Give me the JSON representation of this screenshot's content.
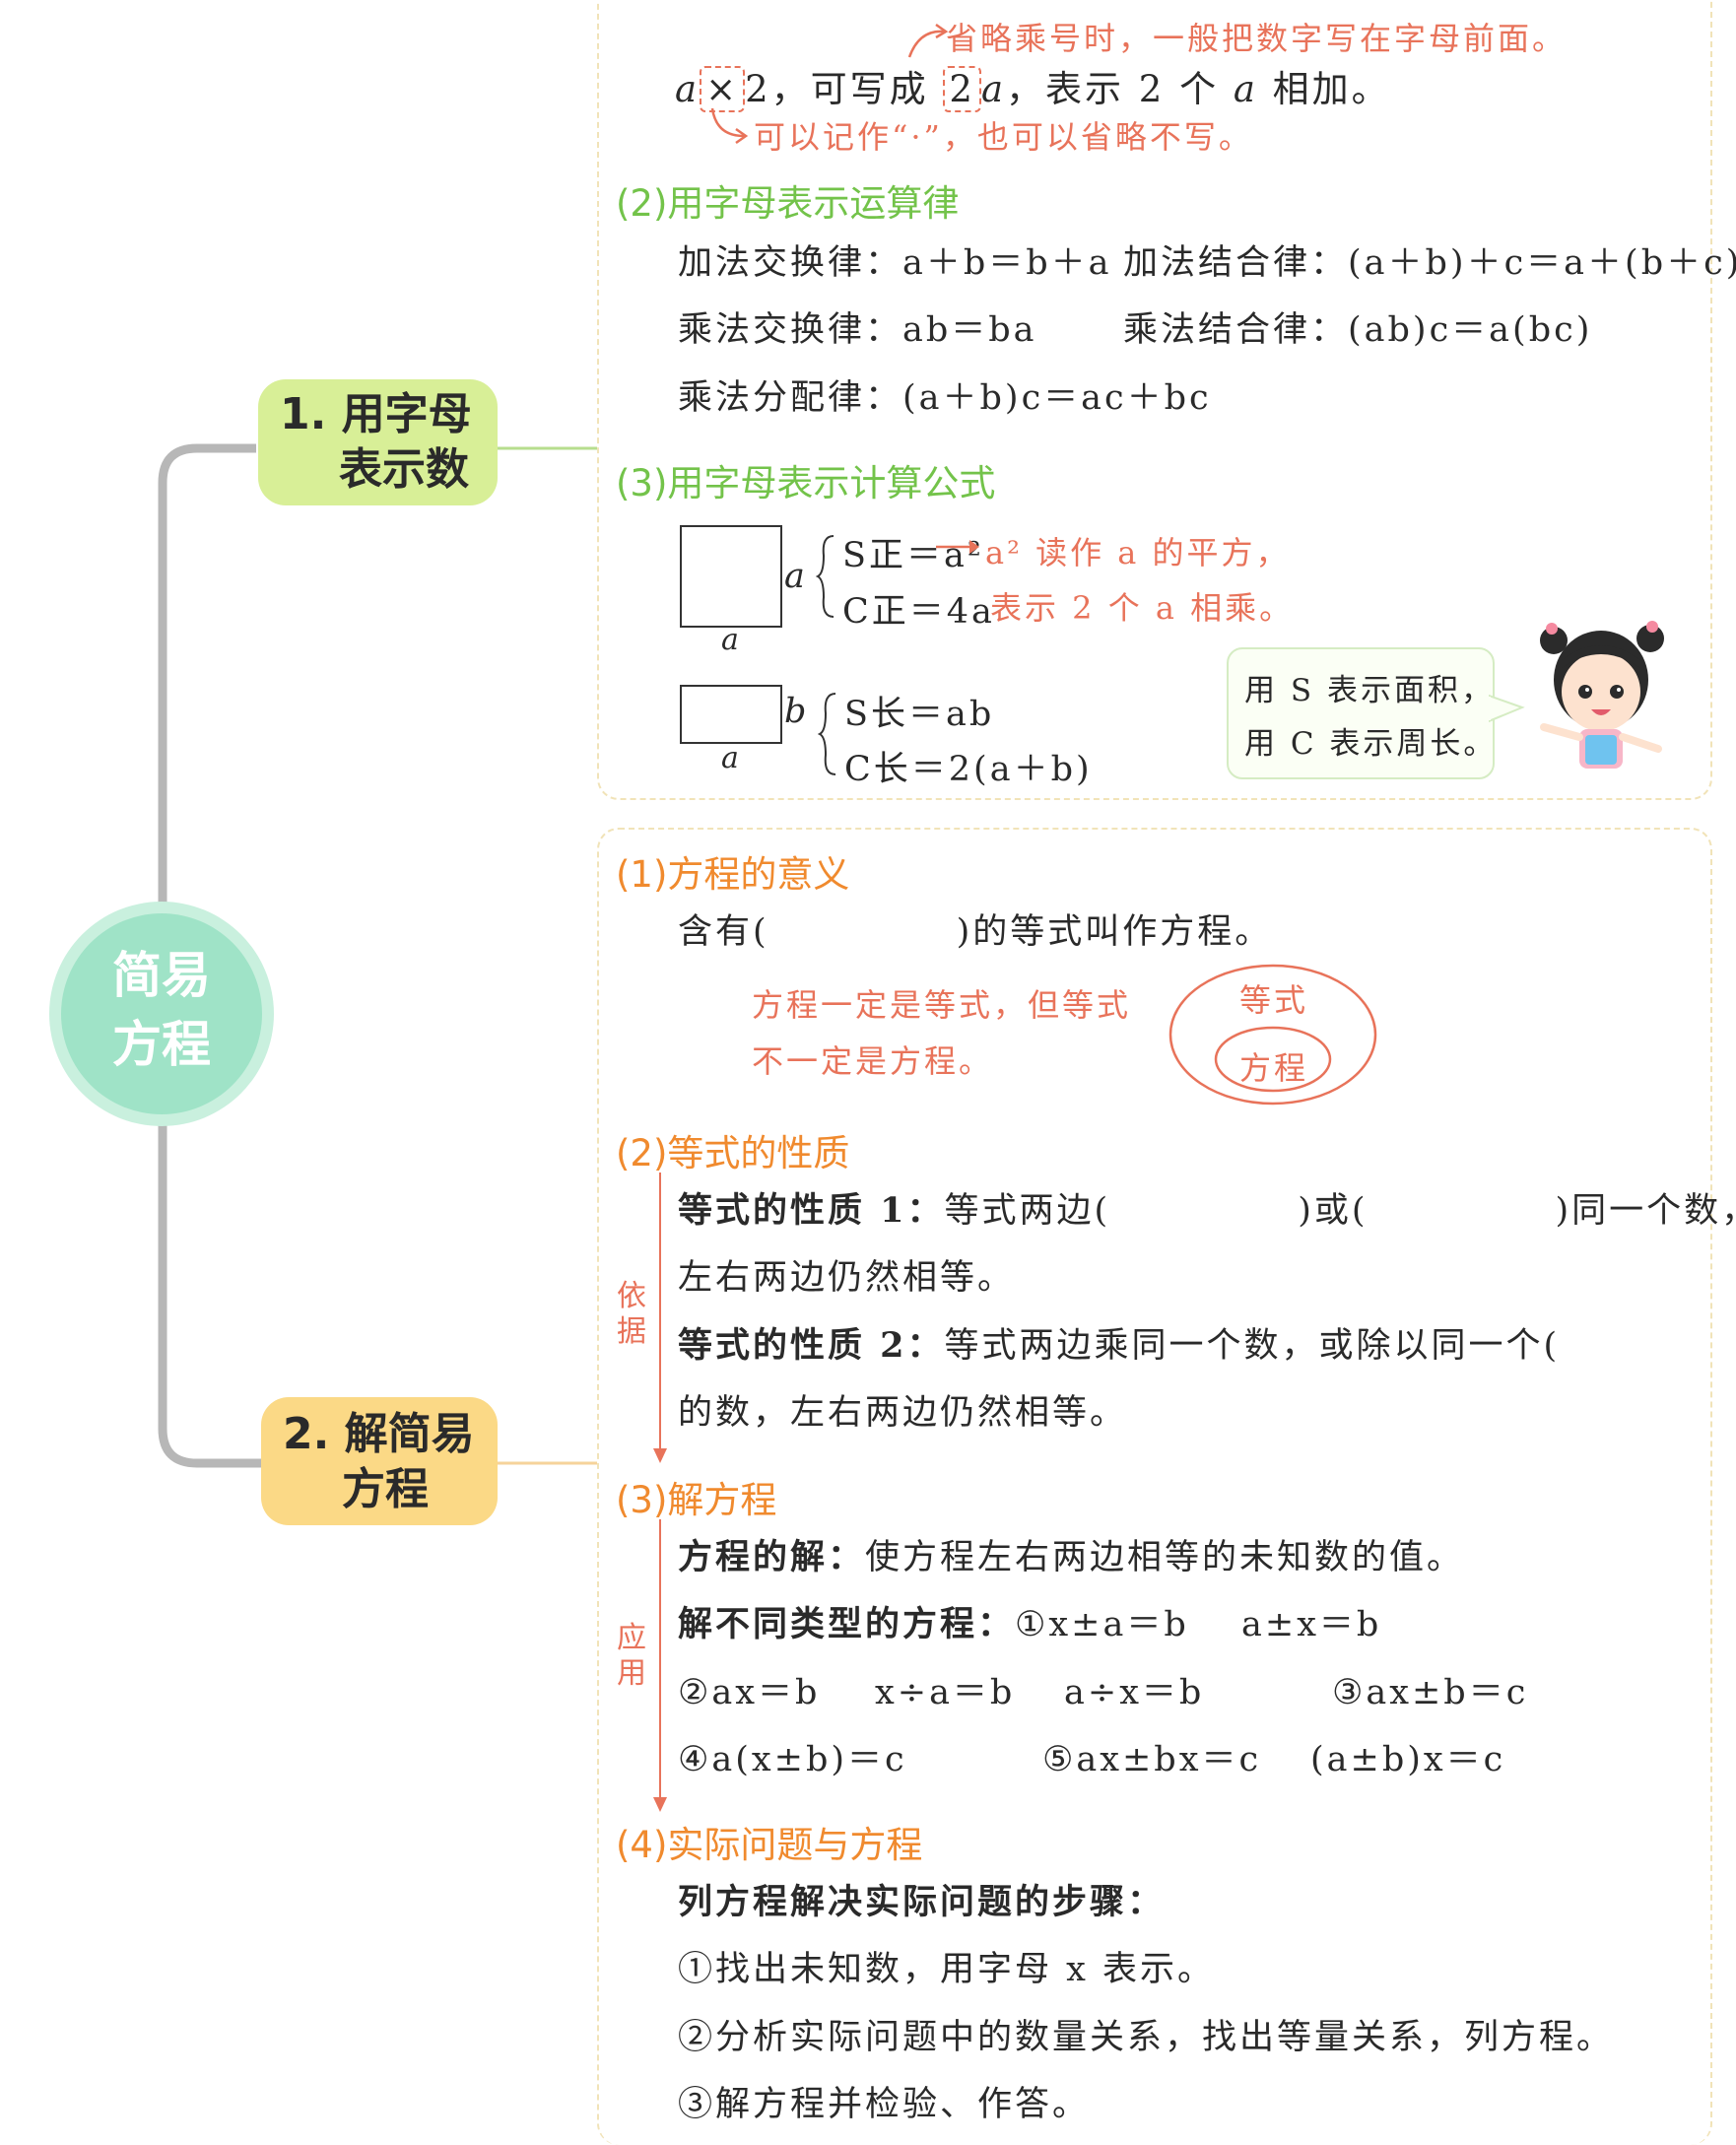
{
  "center": {
    "title_line1": "简易",
    "title_line2": "方程"
  },
  "branch1": {
    "line1": "1. 用字母",
    "line2": "表示数"
  },
  "branch2": {
    "line1": "2. 解简易",
    "line2": "方程"
  },
  "sec1": {
    "top_note": "省略乘号时，一般把数字写在字母前面。",
    "example": "a×2，可写成 2a，表示 2 个 a 相加。",
    "example_pre": "a",
    "example_times": "×",
    "example_2": "2，可写成",
    "example_2a_num": "2",
    "example_2a_var": "a",
    "example_post": "，表示 2 个",
    "example_a": "a",
    "example_end": "相加。",
    "bottom_note": "可以记作“·”，也可以省略不写。"
  },
  "sec2": {
    "heading": "(2)用字母表示运算律",
    "add_comm": "加法交换律：a＋b＝b＋a",
    "add_assoc": "加法结合律：(a＋b)＋c＝a＋(b＋c)",
    "mul_comm": "乘法交换律：ab＝ba",
    "mul_assoc": "乘法结合律：(ab)c＝a(bc)",
    "distrib": "乘法分配律：(a＋b)c＝ac＋bc"
  },
  "sec3": {
    "heading": "(3)用字母表示计算公式",
    "sq_side": "a",
    "sq_bottom": "a",
    "sq_area": "S正＝a²",
    "sq_perim": "C正＝4a",
    "sq_note1": "a² 读作 a 的平方，",
    "sq_note2": "表示 2 个 a 相乘。",
    "rect_side": "b",
    "rect_bottom": "a",
    "rect_area": "S长＝ab",
    "rect_perim": "C长＝2(a＋b)",
    "bubble1": "用 S 表示面积，",
    "bubble2": "用 C 表示周长。"
  },
  "eq1": {
    "heading": "(1)方程的意义",
    "definition": "含有(　　　　　)的等式叫作方程。",
    "note1": "方程一定是等式，但等式",
    "note2": "不一定是方程。",
    "venn_outer": "等式",
    "venn_inner": "方程"
  },
  "eq2": {
    "heading": "(2)等式的性质",
    "side_label": [
      "依",
      "据"
    ],
    "prop1_label": "等式的性质 1：",
    "prop1_text": "等式两边(　　　　　)或(　　　　　)同一个数，",
    "prop1_cont": "左右两边仍然相等。",
    "prop2_label": "等式的性质 2：",
    "prop2_text": "等式两边乘同一个数，或除以同一个(　　　　　)",
    "prop2_cont": "的数，左右两边仍然相等。"
  },
  "eq3": {
    "heading": "(3)解方程",
    "side_label": [
      "应",
      "用"
    ],
    "sol_label": "方程的解：",
    "sol_text": "使方程左右两边相等的未知数的值。",
    "types_label": "解不同类型的方程：",
    "t1a": "①x±a＝b",
    "t1b": "a±x＝b",
    "t2a": "②ax＝b",
    "t2b": "x÷a＝b",
    "t2c": "a÷x＝b",
    "t3": "③ax±b＝c",
    "t4": "④a(x±b)＝c",
    "t5a": "⑤ax±bx＝c",
    "t5b": "(a±b)x＝c"
  },
  "eq4": {
    "heading": "(4)实际问题与方程",
    "steps_label": "列方程解决实际问题的步骤：",
    "step1": "①找出未知数，用字母 x 表示。",
    "step2": "②分析实际问题中的数量关系，找出等量关系，列方程。",
    "step3": "③解方程并检验、作答。"
  },
  "colors": {
    "green_head": "#73c34a",
    "orange_head": "#f08a2e",
    "note_red": "#e8735a",
    "node1_bg": "#d8ef97",
    "node2_bg": "#fbd986",
    "center_bg": "#9fe3c7"
  }
}
